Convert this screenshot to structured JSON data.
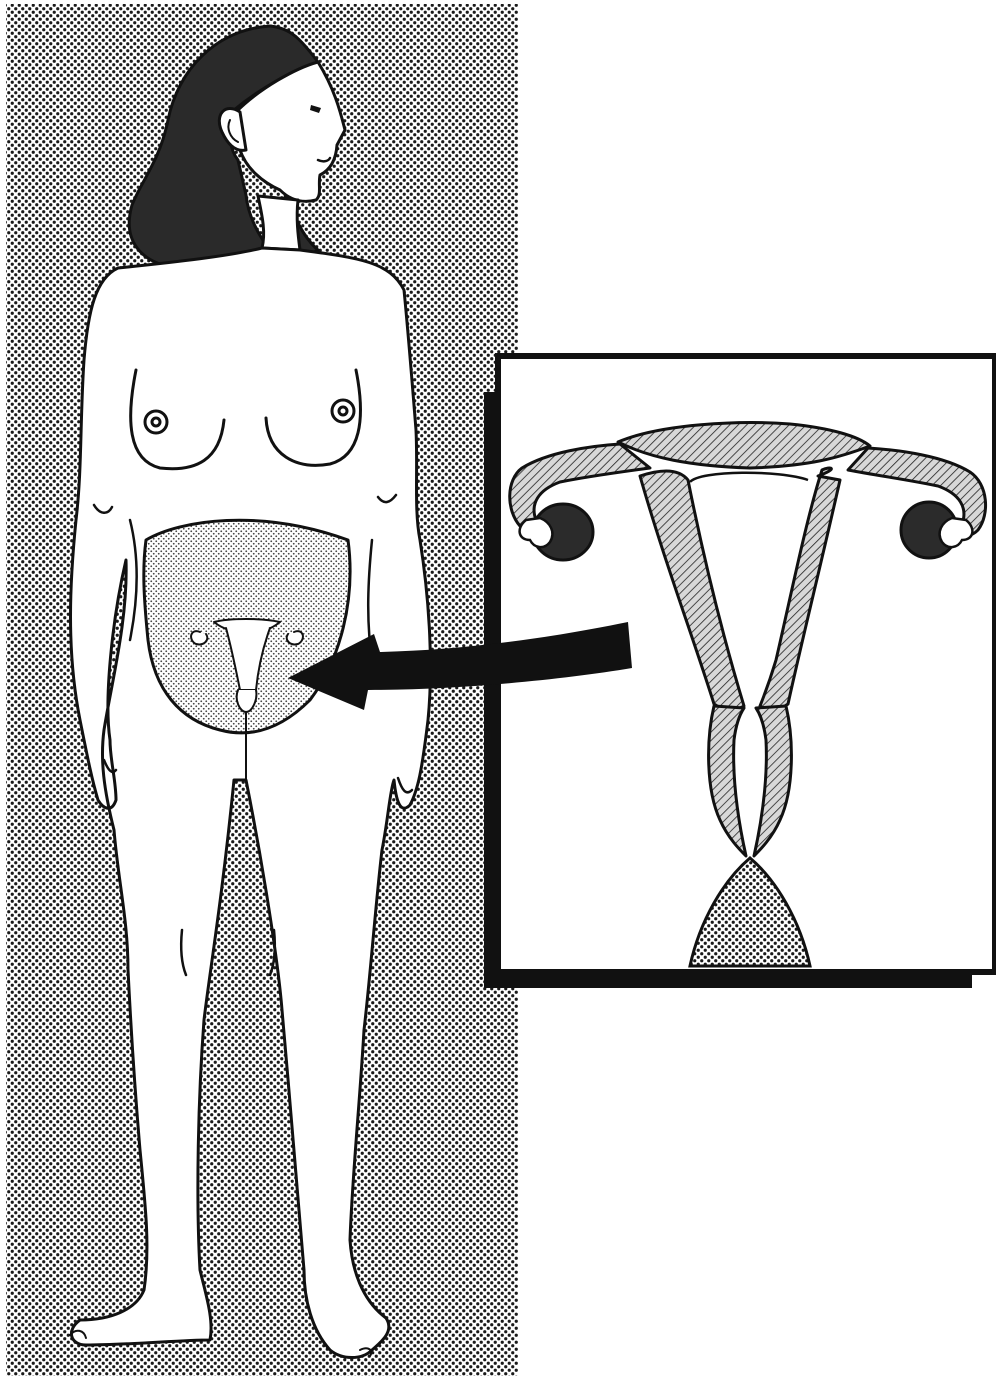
{
  "figure": {
    "background": "#ffffff",
    "ink": "#111111",
    "stipple_color": "#1a1a1a",
    "organ_fill": "#e6e6e6",
    "hatch_fill": "#9a9a9a",
    "ovary_fill": "#2b2b2b"
  },
  "panels": {
    "full_body": {
      "icon": "female-figure",
      "view": "front"
    },
    "inset": {
      "icon": "uterus-cross-section",
      "view": "magnified"
    }
  },
  "callout": {
    "icon": "arrow-left"
  }
}
